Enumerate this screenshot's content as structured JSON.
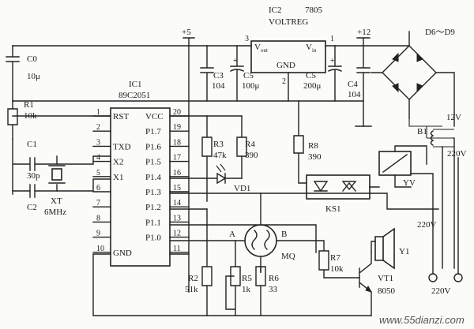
{
  "ic1": {
    "name": "IC1",
    "model": "89C2051",
    "pins_left": [
      {
        "num": "1",
        "label": "RST"
      },
      {
        "num": "2",
        "label": ""
      },
      {
        "num": "3",
        "label": "TXD"
      },
      {
        "num": "4",
        "label": "X2"
      },
      {
        "num": "5",
        "label": "X1"
      },
      {
        "num": "6",
        "label": ""
      },
      {
        "num": "7",
        "label": ""
      },
      {
        "num": "8",
        "label": ""
      },
      {
        "num": "9",
        "label": ""
      },
      {
        "num": "10",
        "label": "GND"
      }
    ],
    "pins_right": [
      {
        "num": "20",
        "label": "VCC"
      },
      {
        "num": "19",
        "label": "P1.7"
      },
      {
        "num": "18",
        "label": "P1.6"
      },
      {
        "num": "17",
        "label": "P1.5"
      },
      {
        "num": "16",
        "label": "P1.4"
      },
      {
        "num": "15",
        "label": "P1.3"
      },
      {
        "num": "14",
        "label": "P1.2"
      },
      {
        "num": "13",
        "label": "P1.1"
      },
      {
        "num": "12",
        "label": "P1.0"
      },
      {
        "num": "11",
        "label": "11"
      }
    ]
  },
  "ic2": {
    "name": "IC2",
    "part": "7805",
    "type": "VOLTREG",
    "vout": "V",
    "vout_sub": "out",
    "vin": "V",
    "vin_sub": "in",
    "gnd": "GND",
    "pin_out": "3",
    "pin_in": "1",
    "pin_gnd": "2"
  },
  "rails": {
    "plus5": "+5",
    "plus12": "+12"
  },
  "capacitors": {
    "c0": {
      "name": "C0",
      "value": "10μ"
    },
    "c1": {
      "name": "C1",
      "value": "30p"
    },
    "c2": {
      "name": "C2",
      "value": ""
    },
    "c3": {
      "name": "C3",
      "value": "104"
    },
    "c5": {
      "name": "C5",
      "value": "100μ"
    },
    "c6": {
      "name": "C5",
      "value": "200μ"
    },
    "c4": {
      "name": "C4",
      "value": "104"
    }
  },
  "resistors": {
    "r1": {
      "name": "R1",
      "value": "10k"
    },
    "r3": {
      "name": "R3",
      "value": "47k"
    },
    "r4": {
      "name": "R4",
      "value": "390"
    },
    "r8": {
      "name": "R8",
      "value": "390"
    },
    "r7": {
      "name": "R7",
      "value": "10k"
    },
    "r2": {
      "name": "R2",
      "value": "51k"
    },
    "r5": {
      "name": "R5",
      "value": "1k"
    },
    "r6": {
      "name": "R6",
      "value": "33"
    }
  },
  "crystal": {
    "name": "XT",
    "value": "6MHz"
  },
  "led": {
    "name": "VD1"
  },
  "relay": {
    "name": "KS1"
  },
  "valve": {
    "name": "YV"
  },
  "sensor": {
    "name": "MQ",
    "node_a": "A",
    "node_b": "B"
  },
  "buzzer": {
    "name": "Y1"
  },
  "transistor": {
    "name": "VT1",
    "model": "8050"
  },
  "bridge": {
    "name": "D6～D9"
  },
  "transformer": {
    "name": "B1",
    "secondary": "12V",
    "primary": "220V"
  },
  "mains": {
    "valve_supply": "220V",
    "input": "220V"
  },
  "watermark": "www.55dianzi.com"
}
